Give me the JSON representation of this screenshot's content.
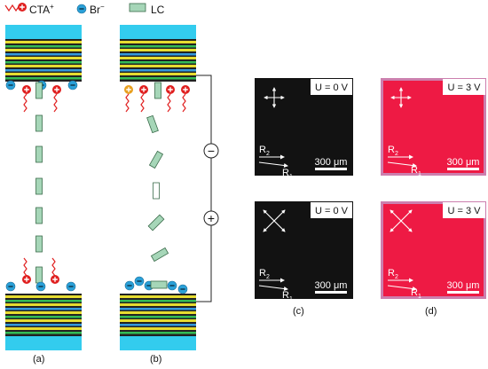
{
  "legend": {
    "cta": "CTA",
    "cta_sup": "+",
    "br": "Br",
    "br_sup": "−",
    "lc": "LC"
  },
  "panels": {
    "a": "(a)",
    "b": "(b)",
    "c": "(c)",
    "d": "(d)"
  },
  "electrodes": {
    "negative": "−",
    "positive": "+"
  },
  "micrographs": {
    "c_top": {
      "voltage": "U = 0 V",
      "scale": "300 μm",
      "r2": "R",
      "r2_sub": "2",
      "r1": "R",
      "r1_sub": "1"
    },
    "c_bottom": {
      "voltage": "U = 0 V",
      "scale": "300 μm",
      "r2": "R",
      "r2_sub": "2",
      "r1": "R",
      "r1_sub": "1"
    },
    "d_top": {
      "voltage": "U = 3 V",
      "scale": "300 μm",
      "r2": "R",
      "r2_sub": "2",
      "r1": "R",
      "r1_sub": "1"
    },
    "d_bottom": {
      "voltage": "U = 3 V",
      "scale": "300 μm",
      "r2": "R",
      "r2_sub": "2",
      "r1": "R",
      "r1_sub": "1"
    }
  },
  "colors": {
    "cyan": "#33ccee",
    "lc_fill": "#a6d6b8",
    "lc_stroke": "#3a6b4a",
    "dark_cell": "#121212",
    "bright_cell": "#ee1a44",
    "bright_border": "#cc7fae",
    "cta_red": "#e02020",
    "br_blue": "#2aa0d8"
  }
}
